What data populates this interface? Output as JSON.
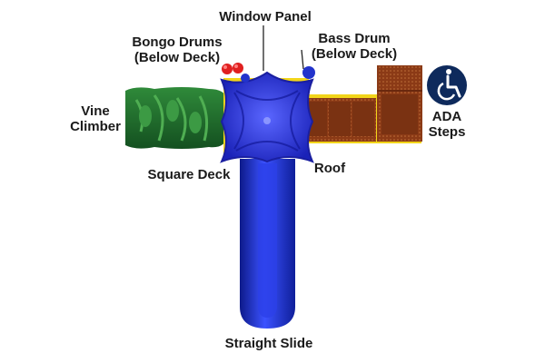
{
  "labels": {
    "window_panel": "Window Panel",
    "bongo_drums": [
      "Bongo Drums",
      "(Below Deck)"
    ],
    "bass_drum": [
      "Bass Drum",
      "(Below Deck)"
    ],
    "vine_climber": [
      "Vine",
      "Climber"
    ],
    "square_deck": "Square Deck",
    "roof": "Roof",
    "ada_steps": [
      "ADA",
      "Steps"
    ],
    "straight_slide": "Straight Slide"
  },
  "icons": {
    "ada": "wheelchair-accessibility-icon"
  },
  "colors": {
    "roof_blue": "#2a2fd6",
    "slide_blue": "#2233cc",
    "vine_green": "#1f6b2a",
    "deck_brown": "#8b3a16",
    "deck_yellow": "#f2d51a",
    "bongo_red": "#e02020",
    "ada_navy": "#0e2a5c"
  }
}
